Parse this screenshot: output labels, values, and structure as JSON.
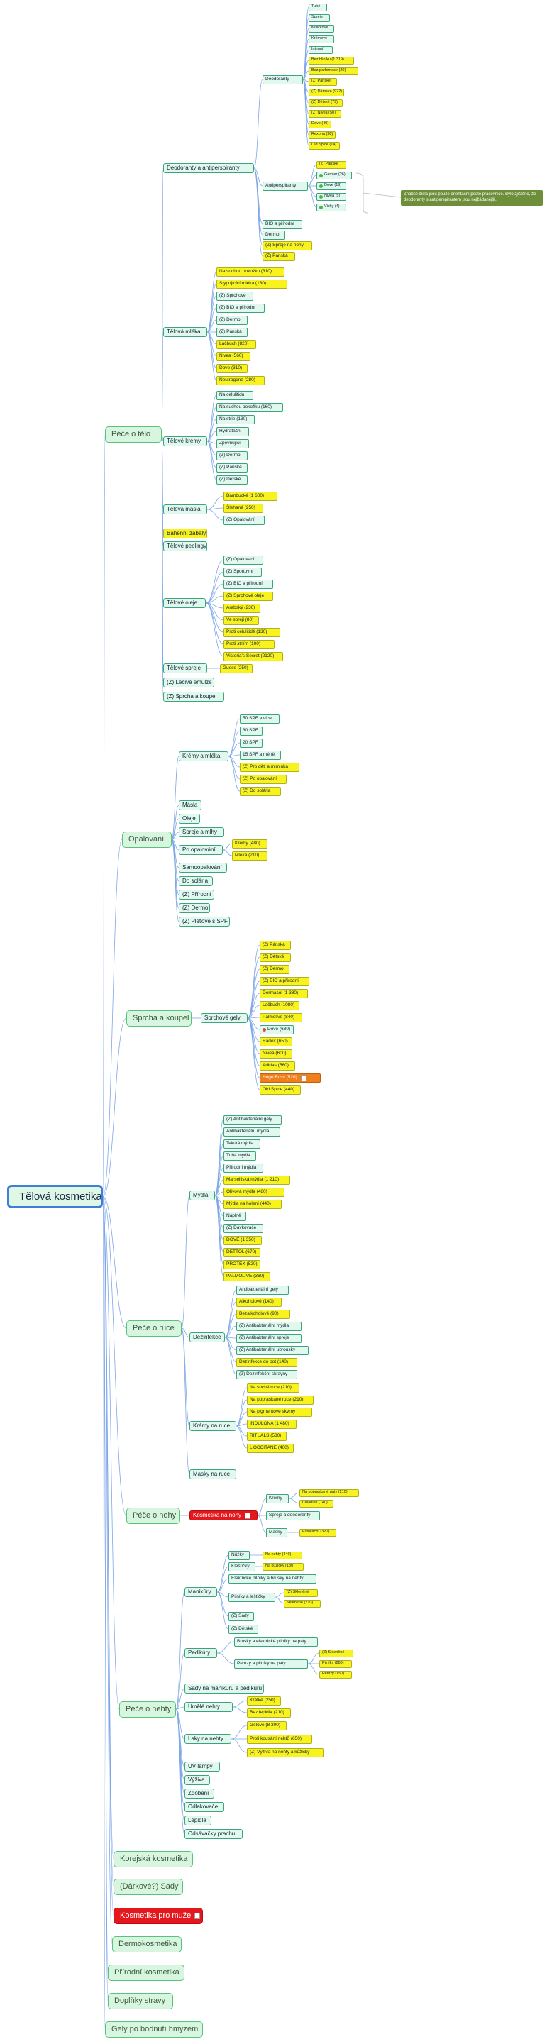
{
  "map": {
    "root": "Tělová kosmetika",
    "callout": "Značné čísla jsou pouze orientační podle pracovnice. Bylo zjištěno, že deodoranty s antiperspirantem jsou nejžádanější.",
    "nodes": [
      {
        "id": "pece-o-telo",
        "label": "Péče o tělo"
      },
      {
        "id": "deo-anti",
        "label": "Deodoranty a antiperspiranty"
      },
      {
        "id": "deodoranty",
        "label": "Deodoranty"
      },
      {
        "id": "deo-1",
        "label": "Tuhé"
      },
      {
        "id": "deo-2",
        "label": "Spreje"
      },
      {
        "id": "deo-3",
        "label": "Kuličkové"
      },
      {
        "id": "deo-4",
        "label": "Krémové"
      },
      {
        "id": "deo-5",
        "label": "Intimní"
      },
      {
        "id": "deo-6",
        "label": "Bez hliníku (1 319)"
      },
      {
        "id": "deo-7",
        "label": "Bez parfemace (20)"
      },
      {
        "id": "deo-8",
        "label": "(Z) Pánské"
      },
      {
        "id": "deo-9",
        "label": "(Z) Dámské (922)"
      },
      {
        "id": "deo-10",
        "label": "(Z) Dětské (79)"
      },
      {
        "id": "deo-11",
        "label": "(Z) Nivea (50)"
      },
      {
        "id": "deo-12",
        "label": "Dove (49)"
      },
      {
        "id": "deo-13",
        "label": "Rexona (38)"
      },
      {
        "id": "deo-14",
        "label": "Old Spice (14)"
      },
      {
        "id": "antiperspiranty",
        "label": "Antiperspiranty"
      },
      {
        "id": "anti-1",
        "label": "(Z) Pánské"
      },
      {
        "id": "anti-2",
        "label": "Garnier (26)"
      },
      {
        "id": "anti-3",
        "label": "Dove (19)"
      },
      {
        "id": "anti-4",
        "label": "Nivea (5)"
      },
      {
        "id": "anti-5",
        "label": "Vichy (4)"
      },
      {
        "id": "deo-bio",
        "label": "BIO a přírodní"
      },
      {
        "id": "deo-dermo",
        "label": "Dermo"
      },
      {
        "id": "deo-nohy",
        "label": "(Z) Spreje na nohy"
      },
      {
        "id": "deo-panske",
        "label": "(Z) Pánská"
      },
      {
        "id": "telova-mleka",
        "label": "Tělová mléka"
      },
      {
        "id": "mleka-1",
        "label": "Na suchou pokožku (310)"
      },
      {
        "id": "mleka-2",
        "label": "Stypujícící mléka (130)"
      },
      {
        "id": "mleka-3",
        "label": "(Z) Sprchové"
      },
      {
        "id": "mleka-4",
        "label": "(Z) BIO a přírodní"
      },
      {
        "id": "mleka-5",
        "label": "(Z) Dermo"
      },
      {
        "id": "mleka-6",
        "label": "(Z) Pánská"
      },
      {
        "id": "mleka-7",
        "label": "Lačbuch (820)"
      },
      {
        "id": "mleka-8",
        "label": "Nivea (560)"
      },
      {
        "id": "mleka-9",
        "label": "Dove (310)"
      },
      {
        "id": "mleka-10",
        "label": "Neutrogena (280)"
      },
      {
        "id": "telove-kremy",
        "label": "Tělové krémy"
      },
      {
        "id": "kremy-1",
        "label": "Na celulitidu"
      },
      {
        "id": "kremy-2",
        "label": "Na suchou pokožku (160)"
      },
      {
        "id": "kremy-3",
        "label": "Na strie (130)"
      },
      {
        "id": "kremy-4",
        "label": "Hydratační"
      },
      {
        "id": "kremy-5",
        "label": "Zpevňující"
      },
      {
        "id": "kremy-6",
        "label": "(Z) Dermo"
      },
      {
        "id": "kremy-7",
        "label": "(Z) Pánské"
      },
      {
        "id": "kremy-8",
        "label": "(Z) Dětské"
      },
      {
        "id": "telova-masla",
        "label": "Tělová másla"
      },
      {
        "id": "masla-1",
        "label": "Bambucké (1 600)"
      },
      {
        "id": "masla-2",
        "label": "Šlehané (250)"
      },
      {
        "id": "masla-3",
        "label": "(Z) Opalování"
      },
      {
        "id": "bahenni-zabaly",
        "label": "Bahenní zábaly"
      },
      {
        "id": "telove-peelingy",
        "label": "Tělové peelingy"
      },
      {
        "id": "telove-oleje",
        "label": "Tělové oleje"
      },
      {
        "id": "oleje-1",
        "label": "(Z) Opalovací"
      },
      {
        "id": "oleje-2",
        "label": "(Z) Sportovní"
      },
      {
        "id": "oleje-3",
        "label": "(Z) BIO a přírodní"
      },
      {
        "id": "oleje-4",
        "label": "(Z) Sprchové oleje"
      },
      {
        "id": "oleje-5",
        "label": "Arabský (230)"
      },
      {
        "id": "oleje-6",
        "label": "Ve spreji (80)"
      },
      {
        "id": "oleje-7",
        "label": "Proti celulitidě (130)"
      },
      {
        "id": "oleje-8",
        "label": "Proti striím (100)"
      },
      {
        "id": "oleje-9",
        "label": "Victoria's Secret (2120)"
      },
      {
        "id": "telove-spreje",
        "label": "Tělové spreje"
      },
      {
        "id": "spreje-1",
        "label": "Guess (250)"
      },
      {
        "id": "lecive-emulze",
        "label": "(Z) Léčivé emulze"
      },
      {
        "id": "sprcha-koupel-z",
        "label": "(Z) Sprcha a koupel"
      },
      {
        "id": "opalovani",
        "label": "Opalování"
      },
      {
        "id": "opal-kremy",
        "label": "Krémy a mléka"
      },
      {
        "id": "opal-k-1",
        "label": "50 SPF a více"
      },
      {
        "id": "opal-k-2",
        "label": "30 SPF"
      },
      {
        "id": "opal-k-3",
        "label": "20 SPF"
      },
      {
        "id": "opal-k-4",
        "label": "15 SPF a méně"
      },
      {
        "id": "opal-k-5",
        "label": "(Z) Pro děti a miminka"
      },
      {
        "id": "opal-k-6",
        "label": "(Z) Po opalování"
      },
      {
        "id": "opal-k-7",
        "label": "(Z) Do solária"
      },
      {
        "id": "opal-masla",
        "label": "Másla"
      },
      {
        "id": "opal-oleje",
        "label": "Oleje"
      },
      {
        "id": "opal-spreje",
        "label": "Spreje a mlhy"
      },
      {
        "id": "po-opalovani",
        "label": "Po opalování"
      },
      {
        "id": "po-op-1",
        "label": "Krémy (480)"
      },
      {
        "id": "po-op-2",
        "label": "Mléka (210)"
      },
      {
        "id": "samoopalovani",
        "label": "Samoopalování"
      },
      {
        "id": "do-solaria",
        "label": "Do solária"
      },
      {
        "id": "opal-prirodni",
        "label": "(Z) Přírodní"
      },
      {
        "id": "opal-dermo",
        "label": "(Z) Dermo"
      },
      {
        "id": "opal-pletove",
        "label": "(Z) Pleťové s SPF"
      },
      {
        "id": "sprcha-koupel",
        "label": "Sprcha a koupel"
      },
      {
        "id": "sprchove-gely",
        "label": "Sprchové gely"
      },
      {
        "id": "gely-1",
        "label": "(Z) Pánská"
      },
      {
        "id": "gely-2",
        "label": "(Z) Dětské"
      },
      {
        "id": "gely-3",
        "label": "(Z) Dermo"
      },
      {
        "id": "gely-4",
        "label": "(Z) BIO a přírodní"
      },
      {
        "id": "gely-5",
        "label": "Dermacol (1 380)"
      },
      {
        "id": "gely-6",
        "label": "Lačbuch (1080)"
      },
      {
        "id": "gely-7",
        "label": "Palmolive (840)"
      },
      {
        "id": "gely-8",
        "label": "Dove (630)"
      },
      {
        "id": "gely-9",
        "label": "Radox (650)"
      },
      {
        "id": "gely-10",
        "label": "Nivea (600)"
      },
      {
        "id": "gely-11",
        "label": "Adidas (560)"
      },
      {
        "id": "gely-12",
        "label": "Hugo Boss (520)"
      },
      {
        "id": "gely-13",
        "label": "Old Spice (440)"
      },
      {
        "id": "pece-o-ruce",
        "label": "Péče o ruce"
      },
      {
        "id": "mydla",
        "label": "Mýdla"
      },
      {
        "id": "mydla-1",
        "label": "(Z) Antibakteriální gely"
      },
      {
        "id": "mydla-2",
        "label": "Antibakteriální mýdla"
      },
      {
        "id": "mydla-3",
        "label": "Tekutá mýdla"
      },
      {
        "id": "mydla-4",
        "label": "Tuhá mýdla"
      },
      {
        "id": "mydla-5",
        "label": "Přírodní mýdla"
      },
      {
        "id": "mydla-6",
        "label": "Marseillská mýdla (1 210)"
      },
      {
        "id": "mydla-7",
        "label": "Olivová mýdla (480)"
      },
      {
        "id": "mydla-8",
        "label": "Mýdla na holení (440)"
      },
      {
        "id": "mydla-9",
        "label": "Náplně"
      },
      {
        "id": "mydla-10",
        "label": "(Z) Dávkovače"
      },
      {
        "id": "mydla-11",
        "label": "DOVE (1 350)"
      },
      {
        "id": "mydla-12",
        "label": "DETTOL (670)"
      },
      {
        "id": "mydla-13",
        "label": "PROTEX (520)"
      },
      {
        "id": "mydla-14",
        "label": "PALMOLIVE (360)"
      },
      {
        "id": "dezinfekce",
        "label": "Dezinfekce"
      },
      {
        "id": "dez-1",
        "label": "Antibakteriální gely"
      },
      {
        "id": "dez-2",
        "label": "Alkoholové (140)"
      },
      {
        "id": "dez-3",
        "label": "Bezalkoholové (90)"
      },
      {
        "id": "dez-4",
        "label": "(Z) Antibakteriální mýdla"
      },
      {
        "id": "dez-5",
        "label": "(Z) Antibakteriální spreje"
      },
      {
        "id": "dez-6",
        "label": "(Z) Antibakteriální ubrousky"
      },
      {
        "id": "dez-7",
        "label": "Dezinfekce do bot (140)"
      },
      {
        "id": "dez-8",
        "label": "(Z) Dezinfekční skrayny"
      },
      {
        "id": "kremy-ruce",
        "label": "Krémy na ruce"
      },
      {
        "id": "kr-ruce-1",
        "label": "Na suché ruce (210)"
      },
      {
        "id": "kr-ruce-2",
        "label": "Na popraskané ruce (210)"
      },
      {
        "id": "kr-ruce-3",
        "label": "Na pigmentové skvrny"
      },
      {
        "id": "kr-ruce-4",
        "label": "INDULONA (1 480)"
      },
      {
        "id": "kr-ruce-5",
        "label": "RITUALS (530)"
      },
      {
        "id": "kr-ruce-6",
        "label": "L'OCCITANE (400)"
      },
      {
        "id": "masky-ruce",
        "label": "Masky na ruce"
      },
      {
        "id": "pece-o-nohy",
        "label": "Péče o nohy"
      },
      {
        "id": "nohy-red",
        "label": "Kosmetika na nohy"
      },
      {
        "id": "nohy-kremy",
        "label": "Krémy"
      },
      {
        "id": "nohy-k-1",
        "label": "Na popraskané paty (210)"
      },
      {
        "id": "nohy-k-2",
        "label": "Chladivé (140)"
      },
      {
        "id": "nohy-spreje",
        "label": "Spreje a deodoranty"
      },
      {
        "id": "nohy-masky",
        "label": "Masky"
      },
      {
        "id": "nohy-m-1",
        "label": "Exfoliační (320)"
      },
      {
        "id": "pece-o-nehty",
        "label": "Péče o nehty"
      },
      {
        "id": "manikura",
        "label": "Manikúry"
      },
      {
        "id": "man-nuzky",
        "label": "Nůžky"
      },
      {
        "id": "man-nuzky-1",
        "label": "Na nehty (440)"
      },
      {
        "id": "man-kleste",
        "label": "Kleštičky"
      },
      {
        "id": "man-kleste-1",
        "label": "Na kůžičky (180)"
      },
      {
        "id": "man-elektr",
        "label": "Elektrické pilníky a brusky na nehty"
      },
      {
        "id": "man-pilniky",
        "label": "Pilníky a leštičky"
      },
      {
        "id": "man-pil-1",
        "label": "(Z) Skleněné"
      },
      {
        "id": "man-pil-2",
        "label": "Skleněné (210)"
      },
      {
        "id": "man-sady",
        "label": "(Z) Sady"
      },
      {
        "id": "man-detske",
        "label": "(Z) Dětské"
      },
      {
        "id": "pedikura",
        "label": "Pedikúry"
      },
      {
        "id": "ped-1",
        "label": "Brusky a elektrické pilníky na paty"
      },
      {
        "id": "ped-2",
        "label": "Pemzy a pilníky na paty"
      },
      {
        "id": "ped-2-1",
        "label": "(Z) Skleněné"
      },
      {
        "id": "ped-2-2",
        "label": "Pilníky (280)"
      },
      {
        "id": "ped-2-3",
        "label": "Pemzy (150)"
      },
      {
        "id": "sady-man",
        "label": "Sady na manikúru a pedikúru"
      },
      {
        "id": "umele-nehty",
        "label": "Umělé nehty"
      },
      {
        "id": "umele-1",
        "label": "Krátké (250)"
      },
      {
        "id": "umele-2",
        "label": "Bez lepidla (210)"
      },
      {
        "id": "laky",
        "label": "Laky na nehty"
      },
      {
        "id": "laky-1",
        "label": "Gelové (8 300)"
      },
      {
        "id": "laky-2",
        "label": "Proti kousání nehtů (650)"
      },
      {
        "id": "laky-3",
        "label": "(Z) Výživa na nehty a kůžičky"
      },
      {
        "id": "uv-lampy",
        "label": "UV lampy"
      },
      {
        "id": "vyziva",
        "label": "Výživa"
      },
      {
        "id": "zdobeni",
        "label": "Zdobení"
      },
      {
        "id": "odlakovace",
        "label": "Odlakovače"
      },
      {
        "id": "lepidla",
        "label": "Lepidla"
      },
      {
        "id": "odsavacky",
        "label": "Odsávačky prachu"
      },
      {
        "id": "korejska",
        "label": "Korejská kosmetika"
      },
      {
        "id": "darkove-sady",
        "label": "(Dárkové?) Sady"
      },
      {
        "id": "red-l1",
        "label": "Kosmetika pro muže"
      },
      {
        "id": "dermokosmetika",
        "label": "Dermokosmetika"
      },
      {
        "id": "prirodni-kosm",
        "label": "Přírodní kosmetika"
      },
      {
        "id": "doplnky",
        "label": "Doplňky stravy"
      },
      {
        "id": "gely-bodnuti",
        "label": "Gely po bodnutí hmyzem"
      }
    ]
  }
}
